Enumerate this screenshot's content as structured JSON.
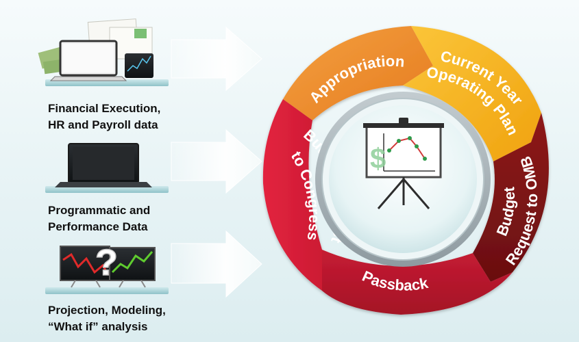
{
  "inputs": [
    {
      "line1": "Financial Execution,",
      "line2": "HR and Payroll data"
    },
    {
      "line1": "Programmatic and",
      "line2": "Performance Data"
    },
    {
      "line1": "Projection, Modeling,",
      "line2": "“What if” analysis"
    }
  ],
  "cycle": {
    "appropriation": "Appropriation",
    "current_year_line1": "Current Year",
    "current_year_line2": "Operating Plan",
    "omb_line1": "Budget",
    "omb_line2": "Request to OMB",
    "passback": "Passback",
    "congress_line1": "Budget Request",
    "congress_line2": "to Congress"
  },
  "icons": {
    "center": "presentation-chart-icon",
    "input1": "laptop-with-documents-icon",
    "input2": "laptop-icon",
    "input3": "stock-chart-question-icon"
  },
  "colors": {
    "appropriation": "#ef8a2a",
    "current_year": "#f6b41e",
    "omb": "#7d1414",
    "passback": "#b3152b",
    "congress": "#d91f3a",
    "arrow": "#eef6f6"
  }
}
